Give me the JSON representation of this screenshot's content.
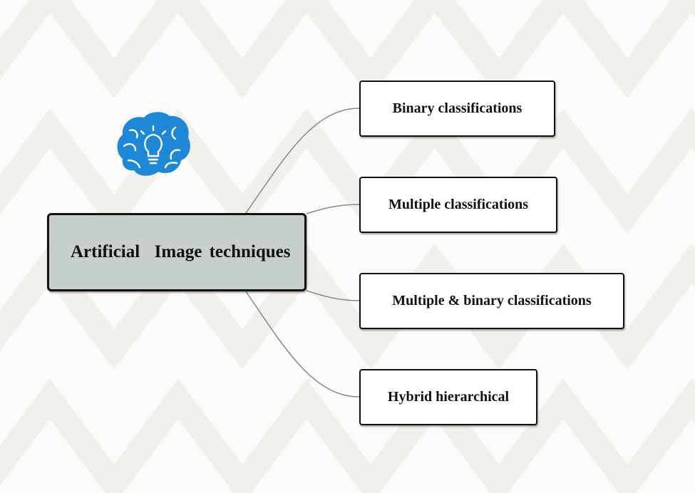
{
  "diagram": {
    "root": {
      "label": "Artificial  Image techniques"
    },
    "branches": [
      {
        "label": "Binary classifications"
      },
      {
        "label": "Multiple classifications"
      },
      {
        "label": "Multiple & binary classifications"
      },
      {
        "label": "Hybrid hierarchical"
      }
    ],
    "icon": "brain-lightbulb-icon",
    "colors": {
      "root_fill": "#c6cfc9",
      "node_fill": "#ffffff",
      "border": "#111111",
      "connector": "#8a8a8a",
      "icon": "#1e88d6",
      "background": "#fcfbf9"
    }
  }
}
